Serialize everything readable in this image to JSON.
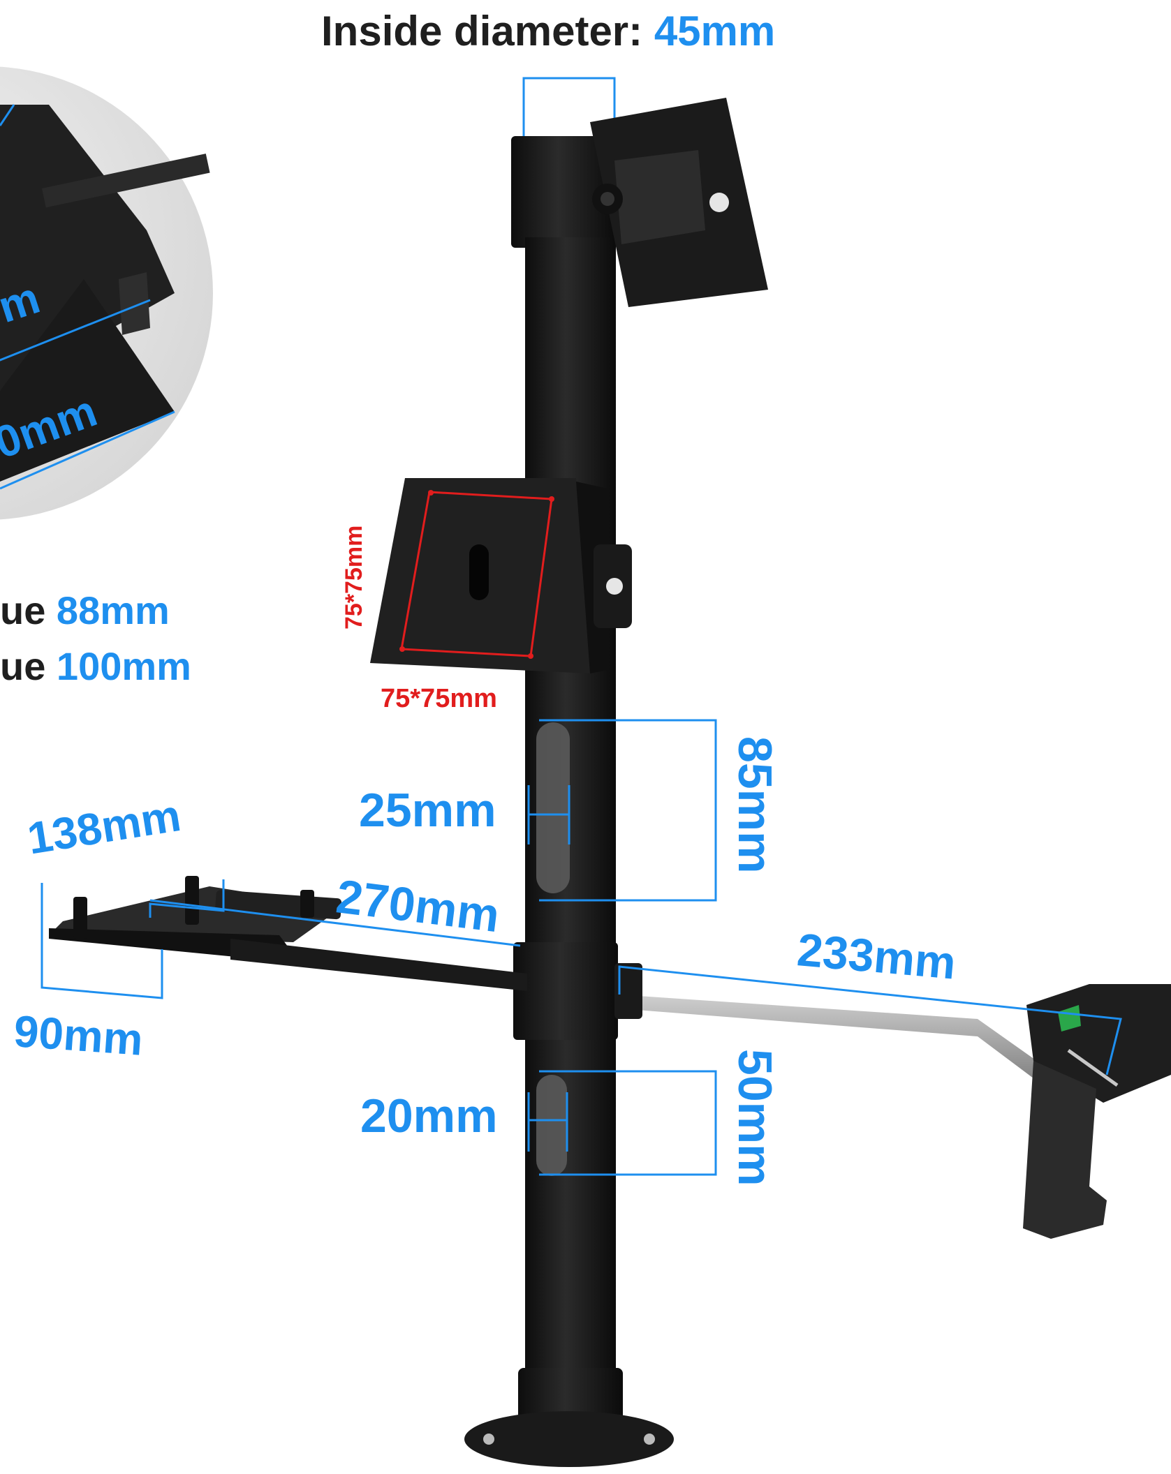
{
  "title": {
    "label": "Inside diameter:",
    "value": "45mm"
  },
  "inset": {
    "dim_a": "m",
    "dim_b": "0mm",
    "line1_prefix": "ue",
    "line1_value": "88mm",
    "line2_prefix": "ue",
    "line2_value": "100mm"
  },
  "vesa": {
    "vertical": "75*75mm",
    "horizontal": "75*75mm"
  },
  "dimensions": {
    "tray_width": "138mm",
    "tray_depth": "90mm",
    "arm_length": "270mm",
    "scanner_arm": "233mm",
    "upper_slot_width": "25mm",
    "upper_slot_height": "85mm",
    "lower_slot_width": "20mm",
    "lower_slot_height": "50mm"
  },
  "colors": {
    "accent": "#1e8fef",
    "vesa": "#e11d1d",
    "metal": "#1c1c1c",
    "text": "#1f1f1f"
  }
}
